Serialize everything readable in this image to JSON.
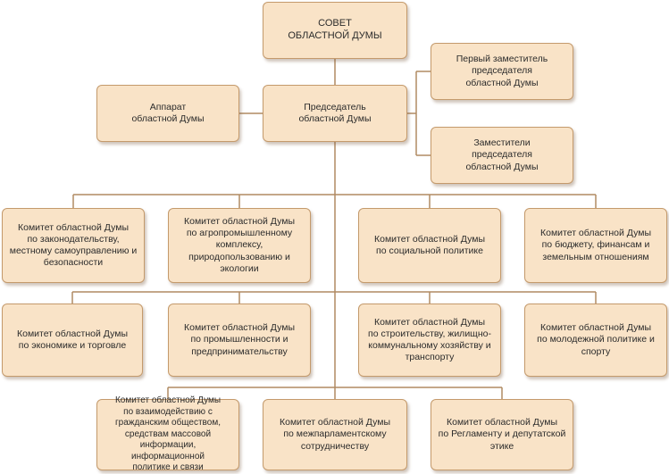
{
  "colors": {
    "box_fill": "#f9e3c7",
    "box_border": "#c49a6c",
    "connector": "#b08a62"
  },
  "nodes": {
    "council": "СОВЕТ\nОБЛАСТНОЙ ДУМЫ",
    "apparatus": "Аппарат\nобластной Думы",
    "chairman": "Председатель\nобластной Думы",
    "first_deputy": "Первый заместитель\nпредседателя\nобластной Думы",
    "deputies": "Заместители\nпредседателя\nобластной Думы",
    "committees": [
      "Комитет областной Думы\nпо законодательству,\nместному самоуправлению и\nбезопасности",
      "Комитет областной Думы\nпо агропромышленному\nкомплексу,\nприродопользованию и\nэкологии",
      "Комитет областной Думы\nпо социальной политике",
      "Комитет областной Думы\nпо бюджету, финансам и\nземельным отношениям",
      "Комитет областной Думы\nпо экономике и торговле",
      "Комитет областной Думы\nпо промышленности и\nпредпринимательству",
      "Комитет областной Думы\nпо строительству, жилищно-\nкоммунальному хозяйству и\nтранспорту",
      "Комитет областной Думы\nпо молодежной политике и\nспорту",
      "Комитет областной Думы\nпо взаимодействию с\nгражданским обществом,\nсредствам массовой\nинформации, информационной\nполитике и связи",
      "Комитет областной Думы\nпо межпарламентскому\nсотрудничеству",
      "Комитет областной Думы\nпо Регламенту и депутатской\nэтике"
    ]
  }
}
